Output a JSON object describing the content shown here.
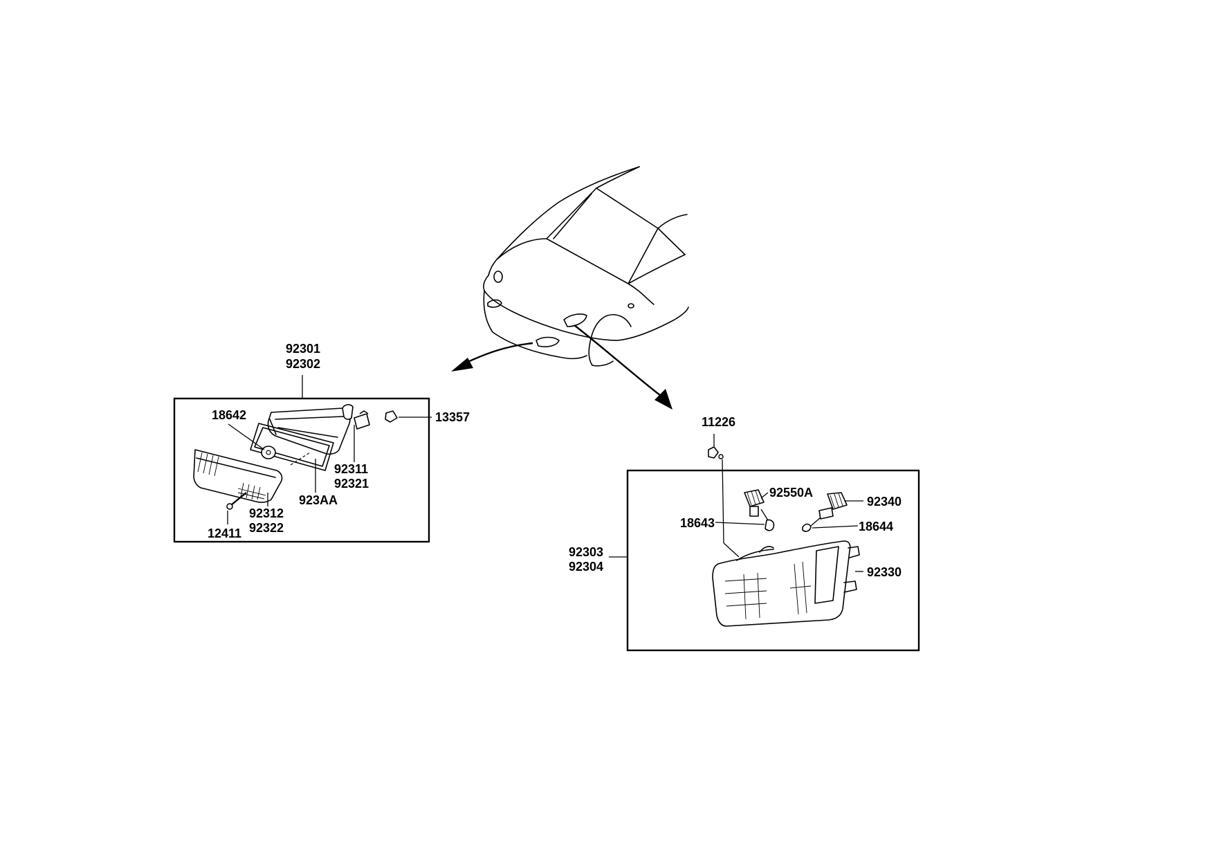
{
  "labels": {
    "l92301": "92301",
    "l92302": "92302",
    "l18642": "18642",
    "l13357": "13357",
    "l92311": "92311",
    "l92321": "92321",
    "l923AA": "923AA",
    "l92312": "92312",
    "l92322": "92322",
    "l12411": "12411",
    "l11226": "11226",
    "l92550A": "92550A",
    "l92340": "92340",
    "l18643": "18643",
    "l18644": "18644",
    "l92303": "92303",
    "l92304": "92304",
    "l92330": "92330"
  }
}
